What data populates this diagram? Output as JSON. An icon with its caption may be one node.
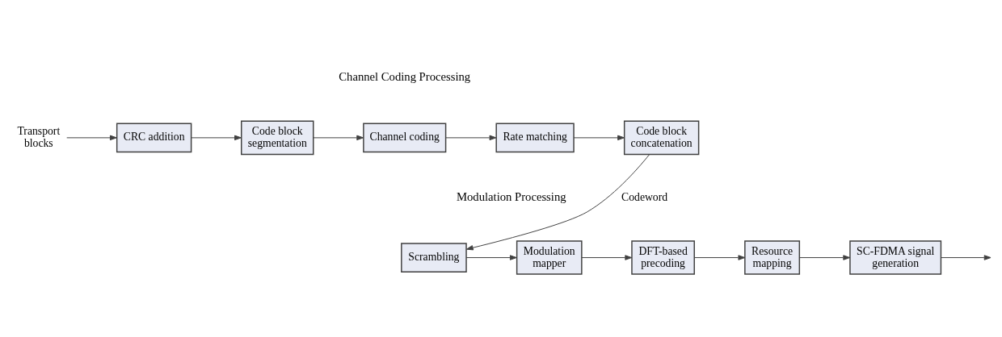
{
  "diagram": {
    "nodes": [
      {
        "text": [
          "Transport blocks"
        ]
      },
      {
        "text": [
          "CRC addition"
        ]
      },
      {
        "text": [
          "Code block segmentation"
        ]
      },
      {
        "text": [
          "Channel coding"
        ]
      },
      {
        "text": [
          "Rate matching"
        ]
      },
      {
        "text": [
          "Code block concatenation"
        ]
      },
      {
        "text": [
          "Scrambling"
        ]
      },
      {
        "text": [
          "Modulation mapper"
        ]
      },
      {
        "text": [
          "DFT-based precoding"
        ]
      },
      {
        "text": [
          "Resource mapping"
        ]
      },
      {
        "text": [
          "SC-FDMA signal generation"
        ]
      }
    ],
    "edges": [
      {
        "from": 0,
        "to": 1,
        "arrow": "to"
      },
      {
        "from": 1,
        "to": 2,
        "arrow": "to"
      },
      {
        "from": 2,
        "to": 3,
        "arrow": "to"
      },
      {
        "from": 3,
        "to": 4,
        "arrow": "to"
      },
      {
        "from": 4,
        "to": 5,
        "arrow": "to"
      },
      {
        "from": 5,
        "to": 6,
        "arrow": "to",
        "label": "Codeword"
      },
      {
        "from": 6,
        "to": 7,
        "arrow": "to"
      },
      {
        "from": 7,
        "to": 8,
        "arrow": "to"
      },
      {
        "from": 8,
        "to": 9,
        "arrow": "to"
      },
      {
        "from": 9,
        "to": 10,
        "arrow": "to"
      },
      {
        "from": 10,
        "to": null,
        "arrow": "to"
      }
    ],
    "labels": [
      "Channel Coding Processing",
      "Modulation Processing"
    ]
  }
}
